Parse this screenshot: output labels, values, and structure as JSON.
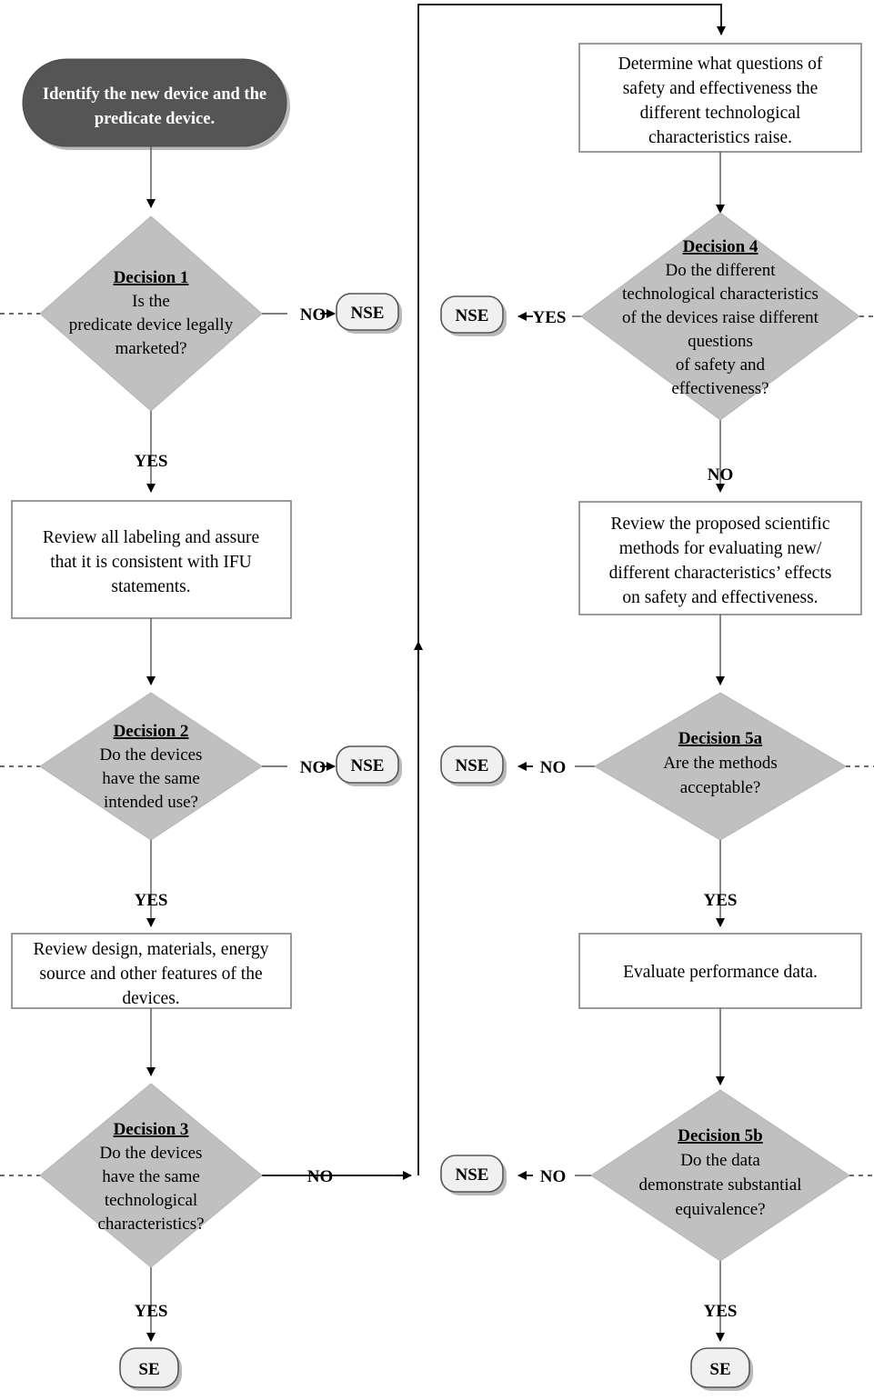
{
  "chart_data": {
    "type": "diagram",
    "title": "510(k) Substantial Equivalence Decision-Making Flowchart",
    "nodes": [
      {
        "id": "start",
        "kind": "terminator",
        "label": "Identify the new device and the predicate device."
      },
      {
        "id": "d1",
        "kind": "decision",
        "title": "Decision 1",
        "label": "Is the\npredicate device legally\nmarketed?"
      },
      {
        "id": "nse1",
        "kind": "terminal",
        "label": "NSE"
      },
      {
        "id": "p1",
        "kind": "process",
        "label": "Review all labeling and assure that it is consistent with IFU statements."
      },
      {
        "id": "d2",
        "kind": "decision",
        "title": "Decision 2",
        "label": "Do the devices\nhave the same\nintended use?"
      },
      {
        "id": "nse2",
        "kind": "terminal",
        "label": "NSE"
      },
      {
        "id": "p2",
        "kind": "process",
        "label": "Review design, materials, energy source and other features of the devices."
      },
      {
        "id": "d3",
        "kind": "decision",
        "title": "Decision 3",
        "label": "Do the devices\nhave the same\ntechnological\ncharacteristics?"
      },
      {
        "id": "se1",
        "kind": "terminal",
        "label": "SE"
      },
      {
        "id": "p3",
        "kind": "process",
        "label": "Determine what questions of safety and effectiveness the different technological characteristics raise."
      },
      {
        "id": "d4",
        "kind": "decision",
        "title": "Decision 4",
        "label": "Do the different\ntechnological characteristics\nof the devices raise different\nquestions\nof safety and\neffectiveness?"
      },
      {
        "id": "nse4",
        "kind": "terminal",
        "label": "NSE"
      },
      {
        "id": "p4",
        "kind": "process",
        "label": "Review the proposed scientific methods for evaluating new/ different characteristics’ effects on safety and effectiveness."
      },
      {
        "id": "d5a",
        "kind": "decision",
        "title": "Decision 5a",
        "label": "Are the methods\nacceptable?"
      },
      {
        "id": "nse5a",
        "kind": "terminal",
        "label": "NSE"
      },
      {
        "id": "p5",
        "kind": "process",
        "label": "Evaluate performance data."
      },
      {
        "id": "d5b",
        "kind": "decision",
        "title": "Decision 5b",
        "label": "Do the data\ndemonstrate substantial\nequivalence?"
      },
      {
        "id": "nse5b",
        "kind": "terminal",
        "label": "NSE"
      },
      {
        "id": "se2",
        "kind": "terminal",
        "label": "SE"
      }
    ],
    "edges": [
      {
        "from": "start",
        "to": "d1",
        "label": ""
      },
      {
        "from": "d1",
        "to": "nse1",
        "label": "NO"
      },
      {
        "from": "d1",
        "to": "p1",
        "label": "YES"
      },
      {
        "from": "p1",
        "to": "d2",
        "label": ""
      },
      {
        "from": "d2",
        "to": "nse2",
        "label": "NO"
      },
      {
        "from": "d2",
        "to": "p2",
        "label": "YES"
      },
      {
        "from": "p2",
        "to": "d3",
        "label": ""
      },
      {
        "from": "d3",
        "to": "p3",
        "label": "NO"
      },
      {
        "from": "d3",
        "to": "se1",
        "label": "YES"
      },
      {
        "from": "p3",
        "to": "d4",
        "label": ""
      },
      {
        "from": "d4",
        "to": "nse4",
        "label": "YES"
      },
      {
        "from": "d4",
        "to": "p4",
        "label": "NO"
      },
      {
        "from": "p4",
        "to": "d5a",
        "label": ""
      },
      {
        "from": "d5a",
        "to": "nse5a",
        "label": "NO"
      },
      {
        "from": "d5a",
        "to": "p5",
        "label": "YES"
      },
      {
        "from": "p5",
        "to": "d5b",
        "label": ""
      },
      {
        "from": "d5b",
        "to": "nse5b",
        "label": "NO"
      },
      {
        "from": "d5b",
        "to": "se2",
        "label": "YES"
      }
    ],
    "colors": {
      "start_fill": "#555555",
      "start_text": "#ffffff",
      "decision_fill": "#c0c0c0",
      "process_fill": "#ffffff",
      "terminal_fill": "#f0f0f0",
      "stroke": "#000000"
    }
  },
  "start_node": {
    "line1": "Identify the new device and the",
    "line2": "predicate device."
  },
  "decision1": {
    "title": "Decision 1",
    "line1": "Is the",
    "line2": "predicate device legally",
    "line3": "marketed?"
  },
  "decision2": {
    "title": "Decision 2",
    "line1": "Do the devices",
    "line2": "have the same",
    "line3": "intended use?"
  },
  "decision3": {
    "title": "Decision 3",
    "line1": "Do the devices",
    "line2": "have the same",
    "line3": "technological",
    "line4": "characteristics?"
  },
  "decision4": {
    "title": "Decision 4",
    "line1": "Do the different",
    "line2": "technological characteristics",
    "line3": "of the devices raise different",
    "line4": "questions",
    "line5": "of safety and",
    "line6": "effectiveness?"
  },
  "decision5a": {
    "title": "Decision 5a",
    "line1": "Are the methods",
    "line2": "acceptable?"
  },
  "decision5b": {
    "title": "Decision 5b",
    "line1": "Do the data",
    "line2": "demonstrate substantial",
    "line3": "equivalence?"
  },
  "process1": {
    "line1": "Review all labeling and assure",
    "line2": "that it is consistent with IFU",
    "line3": "statements."
  },
  "process2": {
    "line1": "Review design, materials, energy",
    "line2": "source and other features of the",
    "line3": "devices."
  },
  "process3": {
    "line1": "Determine what questions of",
    "line2": "safety and effectiveness the",
    "line3": "different technological",
    "line4": "characteristics raise."
  },
  "process4": {
    "line1": "Review the proposed scientific",
    "line2": "methods for evaluating new/",
    "line3": "different characteristics’ effects",
    "line4": "on safety and effectiveness."
  },
  "process5": {
    "line1": "Evaluate performance data."
  },
  "terminals": {
    "nse1": "NSE",
    "nse2": "NSE",
    "nse4": "NSE",
    "nse5a": "NSE",
    "nse5b": "NSE",
    "se_left": "SE",
    "se_right": "SE"
  },
  "edge_labels": {
    "d1_no": "NO",
    "d1_yes": "YES",
    "d2_no": "NO",
    "d2_yes": "YES",
    "d3_no": "NO",
    "d3_yes": "YES",
    "d4_yes": "YES",
    "d4_no": "NO",
    "d5a_no": "NO",
    "d5a_yes": "YES",
    "d5b_no": "NO",
    "d5b_yes": "YES"
  }
}
